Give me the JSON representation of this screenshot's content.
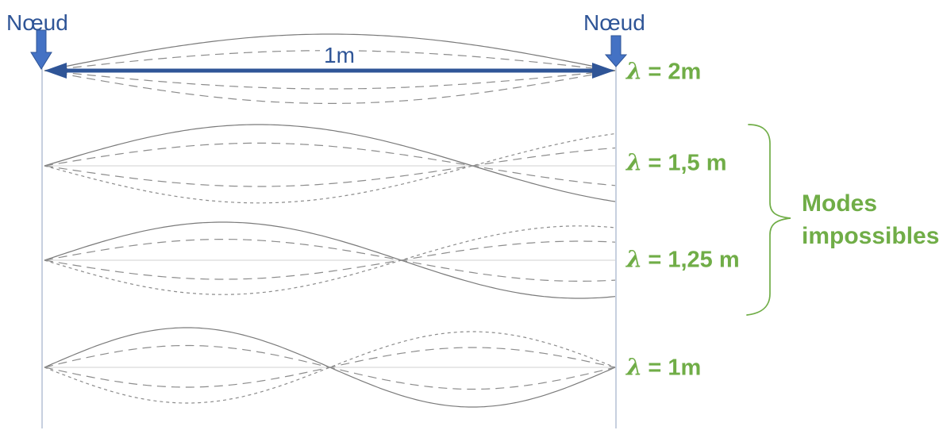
{
  "title_context": "standing-waves-on-a-string-diagram",
  "colors": {
    "blue_text": "#2F5597",
    "arrow_fill": "#4472C4",
    "arrow_stroke": "#2F5597",
    "green": "#70AD47",
    "curve_solid": "#7a7a7a",
    "curve_dashed": "#8c8c8c",
    "center_line": "#d9d9d9",
    "boundary_line": "#a9b7ce"
  },
  "labels": {
    "node_left": "Nœud",
    "node_right": "Nœud",
    "length": "1m"
  },
  "impossible": {
    "line1": "Modes",
    "line2": "impossibles"
  },
  "string_length_label": "1m",
  "modes": [
    {
      "symbol": "λ",
      "value": "= 2m",
      "wavelength_m": 2,
      "possible": true
    },
    {
      "symbol": "λ",
      "value": "= 1,5 m",
      "wavelength_m": 1.5,
      "possible": false
    },
    {
      "symbol": "λ",
      "value": "= 1,25 m",
      "wavelength_m": 1.25,
      "possible": false
    },
    {
      "symbol": "λ",
      "value": "= 1m",
      "wavelength_m": 1,
      "possible": true
    }
  ],
  "snapshot_factors": [
    1,
    0.55,
    -0.5,
    -0.9
  ]
}
